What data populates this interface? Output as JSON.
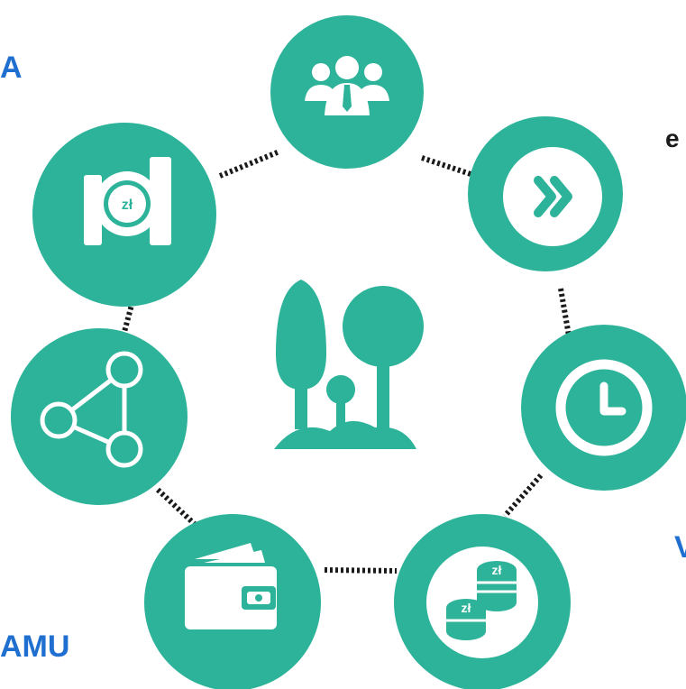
{
  "colors": {
    "teal": "#2db39a",
    "blue_text": "#1f6fd0",
    "dark_text": "#1a1a1a",
    "icon_white": "#ffffff",
    "dots": "#1a1a1a"
  },
  "text_fragments": {
    "top_left": "A",
    "top_right": "e",
    "bottom_right": "V",
    "bottom_left": "AMU"
  },
  "nodes": [
    {
      "id": "team",
      "icon": "people-group-icon"
    },
    {
      "id": "forward",
      "icon": "fast-forward-icon"
    },
    {
      "id": "time",
      "icon": "clock-icon"
    },
    {
      "id": "coins",
      "icon": "zloty-coins-stack-icon"
    },
    {
      "id": "wallet",
      "icon": "wallet-icon"
    },
    {
      "id": "network",
      "icon": "share-network-icon"
    },
    {
      "id": "money",
      "icon": "zloty-coin-pile-icon"
    }
  ],
  "center_icon": "trees-park-icon",
  "currency_label": "zł"
}
